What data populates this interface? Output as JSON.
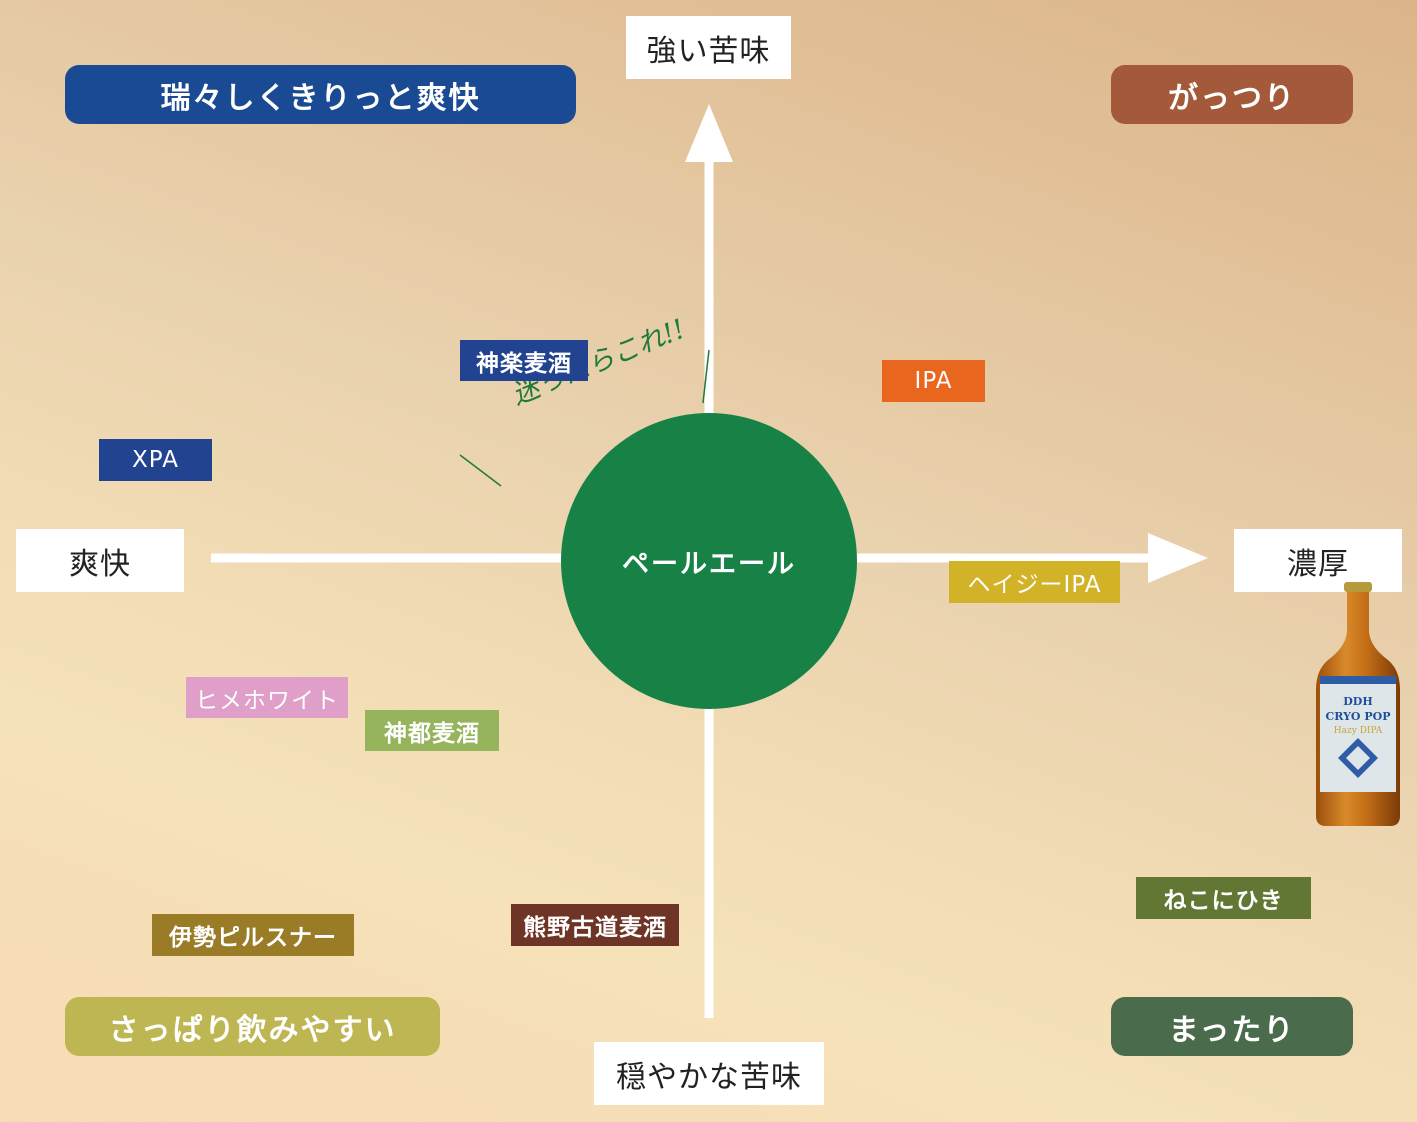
{
  "axes": {
    "top": "強い苦味",
    "bottom": "穏やかな苦味",
    "left": "爽快",
    "right": "濃厚"
  },
  "quadrants": {
    "top_left": "瑞々しくきりっと爽快",
    "top_right": "がっつり",
    "bottom_left": "さっぱり飲みやすい",
    "bottom_right": "まったり"
  },
  "center": "ペールエール",
  "annotation": "迷ったらこれ!!",
  "beers": {
    "shinraku": "神楽麦酒",
    "xpa": "XPA",
    "ipa": "IPA",
    "hazy_ipa": "ヘイジーIPA",
    "hime_white": "ヒメホワイト",
    "shinto": "神都麦酒",
    "ise_pilsner": "伊勢ピルスナー",
    "kumano": "熊野古道麦酒",
    "nekonihiki": "ねこにひき"
  },
  "bottle_label": {
    "line1": "DDH",
    "line2": "CRYO POP",
    "line3": "Hazy DIPA"
  },
  "colors": {
    "center": "#188246",
    "top_left": "#1a4a94",
    "top_right": "#a3593a",
    "bottom_left": "#bdb652",
    "bottom_right": "#4a6b4c",
    "shinraku": "#22438f",
    "xpa": "#22438f",
    "ipa": "#e8661e",
    "hazy_ipa": "#d2b227",
    "hime_white": "#e09fc8",
    "shinto": "#96b45c",
    "ise_pilsner": "#9a7b26",
    "kumano": "#6e3425",
    "nekonihiki": "#637735"
  },
  "icons": [
    "arrow-up-icon",
    "arrow-right-icon",
    "beer-bottle-icon"
  ]
}
